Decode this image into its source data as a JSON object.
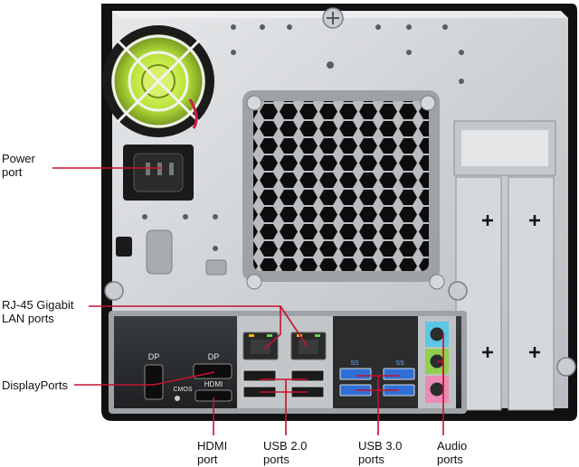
{
  "diagram": {
    "subject": "Small form factor computer case, rear panel",
    "callouts": {
      "power_port": [
        "Power",
        "port"
      ],
      "rj45": [
        "RJ-45 Gigabit",
        "LAN ports"
      ],
      "displayports": [
        "DisplayPorts"
      ],
      "hdmi": [
        "HDMI",
        "port"
      ],
      "usb2": [
        "USB 2.0",
        "ports"
      ],
      "usb3": [
        "USB 3.0",
        "ports"
      ],
      "audio": [
        "Audio",
        "ports"
      ]
    },
    "panel_labels": {
      "dp_left": "DP",
      "dp_right": "DP",
      "hdmi": "HDMI",
      "cmos": "CMOS",
      "usb3_logo": "SS"
    },
    "colors": {
      "leader_line": "#c8102e",
      "fan_blade": "#b7e23a",
      "audio_blue": "#5cc7e6",
      "audio_green": "#8fd14f",
      "audio_pink": "#e98bb4",
      "usb3_blue": "#2f6fd6",
      "chassis": "#d4d6d8"
    }
  }
}
